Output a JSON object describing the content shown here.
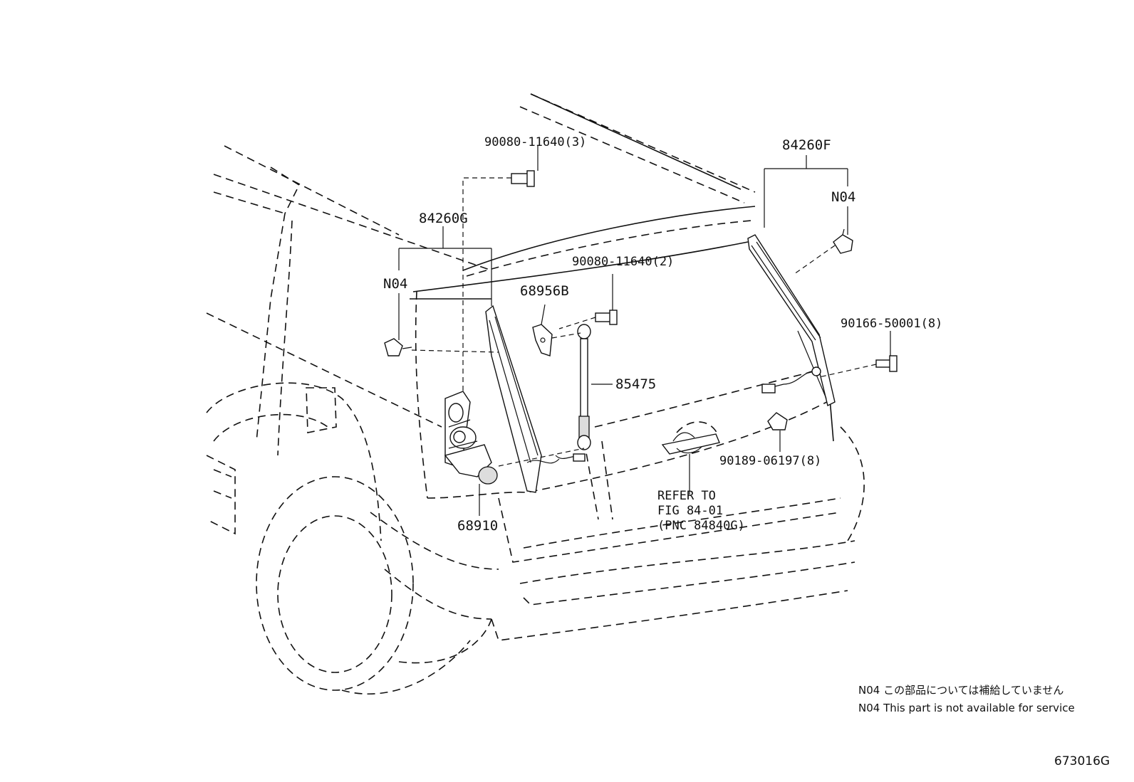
{
  "labels": {
    "bolt_top": "90080-11640(3)",
    "hinge_left": "84260G",
    "n04_left": "N04",
    "bracket": "68956B",
    "bolt_mid": "90080-11640(2)",
    "stay": "85475",
    "motor": "68910",
    "hinge_right": "84260F",
    "n04_right": "N04",
    "screw": "90166-50001(8)",
    "clip": "90189-06197(8)",
    "refer_line1": "REFER TO",
    "refer_line2": "FIG 84-01",
    "refer_line3": "(PNC 84840G)"
  },
  "notes": {
    "jp": "N04 この部品については補給していません",
    "en": "N04 This part is not available for service"
  },
  "figure_code": "673016G"
}
